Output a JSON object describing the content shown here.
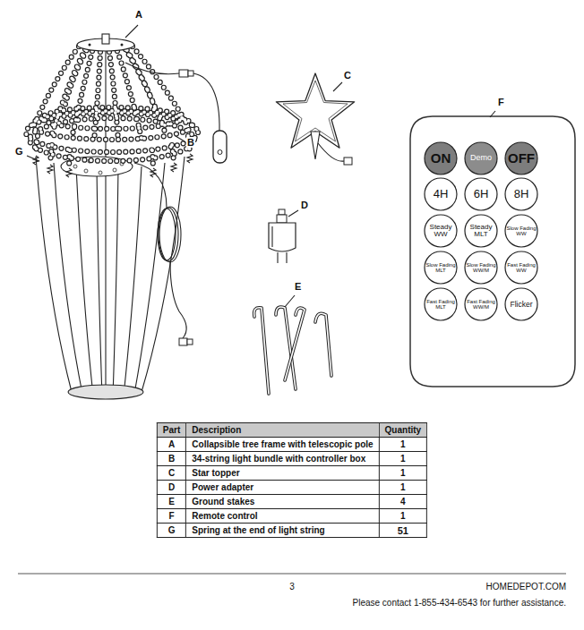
{
  "diagram": {
    "nodes": [
      {
        "text": [
          "ON"
        ]
      },
      {
        "text": [
          "Demo"
        ]
      },
      {
        "text": [
          "OFF"
        ]
      },
      {
        "text": [
          "4H"
        ]
      },
      {
        "text": [
          "6H"
        ]
      },
      {
        "text": [
          "8H"
        ]
      },
      {
        "text": [
          "Steady WW"
        ]
      },
      {
        "text": [
          "Steady MLT"
        ]
      },
      {
        "text": [
          "Slow Fading WW"
        ]
      },
      {
        "text": [
          "Slow Fading MLT"
        ]
      },
      {
        "text": [
          "Slow Fading WW/M"
        ]
      },
      {
        "text": [
          "Fast Fading WW"
        ]
      },
      {
        "text": [
          "Fast Fading MLT"
        ]
      },
      {
        "text": [
          "Fast Fading WW/M"
        ]
      },
      {
        "text": [
          "Flicker"
        ]
      }
    ],
    "labels": [
      "A",
      "C",
      "F",
      "G",
      "B",
      "D",
      "E",
      "Part",
      "Description",
      "Quantity",
      "A",
      "Collapsible tree frame with telescopic pole",
      "1",
      "B",
      "34-string light bundle with controller box",
      "1",
      "C",
      "Star topper",
      "1",
      "D",
      "Power adapter",
      "1",
      "E",
      "Ground stakes",
      "4",
      "F",
      "Remote control",
      "1",
      "G",
      "Spring at the end of light string",
      "51",
      "3",
      "HOMEDEPOT.COM",
      "Please contact 1-855-434-6543 for further assistance."
    ]
  }
}
